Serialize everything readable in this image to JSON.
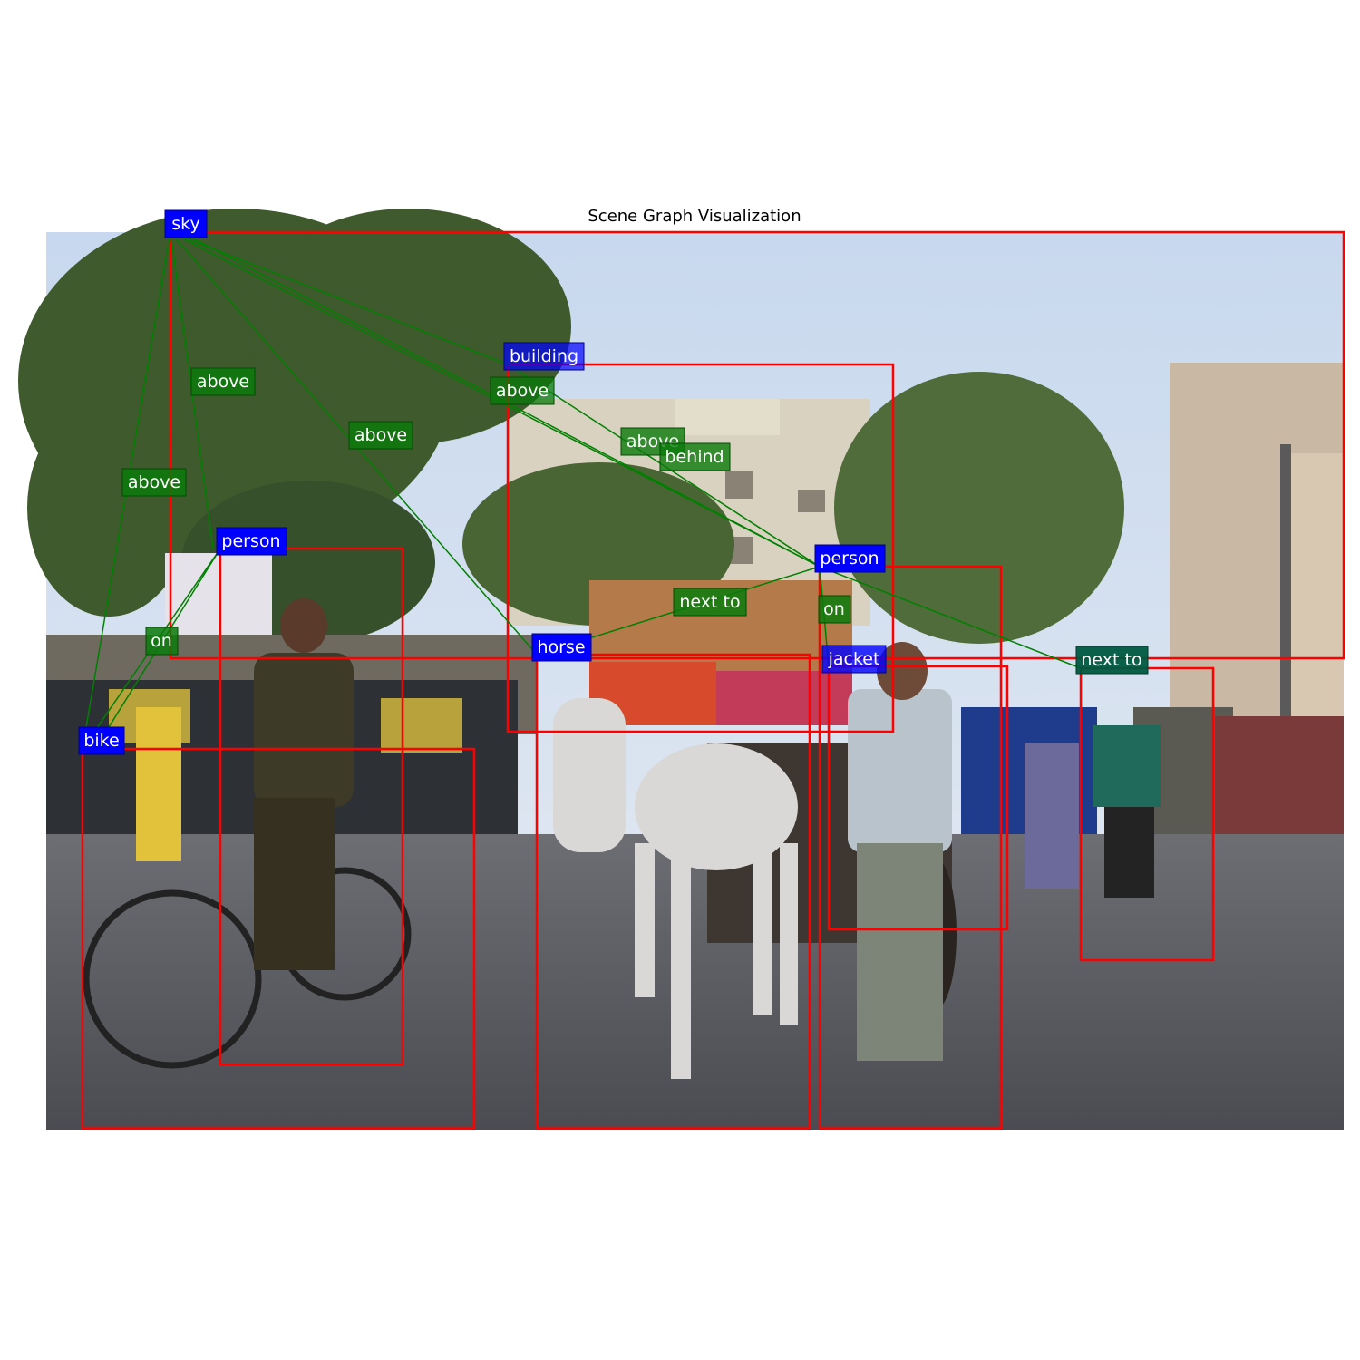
{
  "figure": {
    "title": "Scene Graph Visualization"
  },
  "colors": {
    "object_box": "#ff0000",
    "object_label_bg": "#0000ff",
    "relation_label_bg": "#0a7a0a",
    "relation_line": "#008000",
    "label_text": "#ffffff"
  },
  "objects": [
    {
      "id": "sky",
      "label": "sky"
    },
    {
      "id": "building",
      "label": "building"
    },
    {
      "id": "person1",
      "label": "person"
    },
    {
      "id": "person2",
      "label": "person"
    },
    {
      "id": "horse",
      "label": "horse"
    },
    {
      "id": "jacket",
      "label": "jacket"
    },
    {
      "id": "bike",
      "label": "bike"
    },
    {
      "id": "person3",
      "label": ""
    }
  ],
  "relations": [
    {
      "label": "above",
      "subject": "sky",
      "object": "person1"
    },
    {
      "label": "above",
      "subject": "sky",
      "object": "building"
    },
    {
      "label": "above",
      "subject": "sky",
      "object": "horse"
    },
    {
      "label": "above",
      "subject": "sky",
      "object": "person2"
    },
    {
      "label": "above",
      "subject": "sky",
      "object": "bike"
    },
    {
      "label": "behind",
      "subject": "building",
      "object": "person2"
    },
    {
      "label": "next to",
      "subject": "horse",
      "object": "person2"
    },
    {
      "label": "on",
      "subject": "jacket",
      "object": "person2"
    },
    {
      "label": "on",
      "subject": "person1",
      "object": "bike"
    },
    {
      "label": "next to",
      "subject": "person2",
      "object": "person3"
    }
  ]
}
